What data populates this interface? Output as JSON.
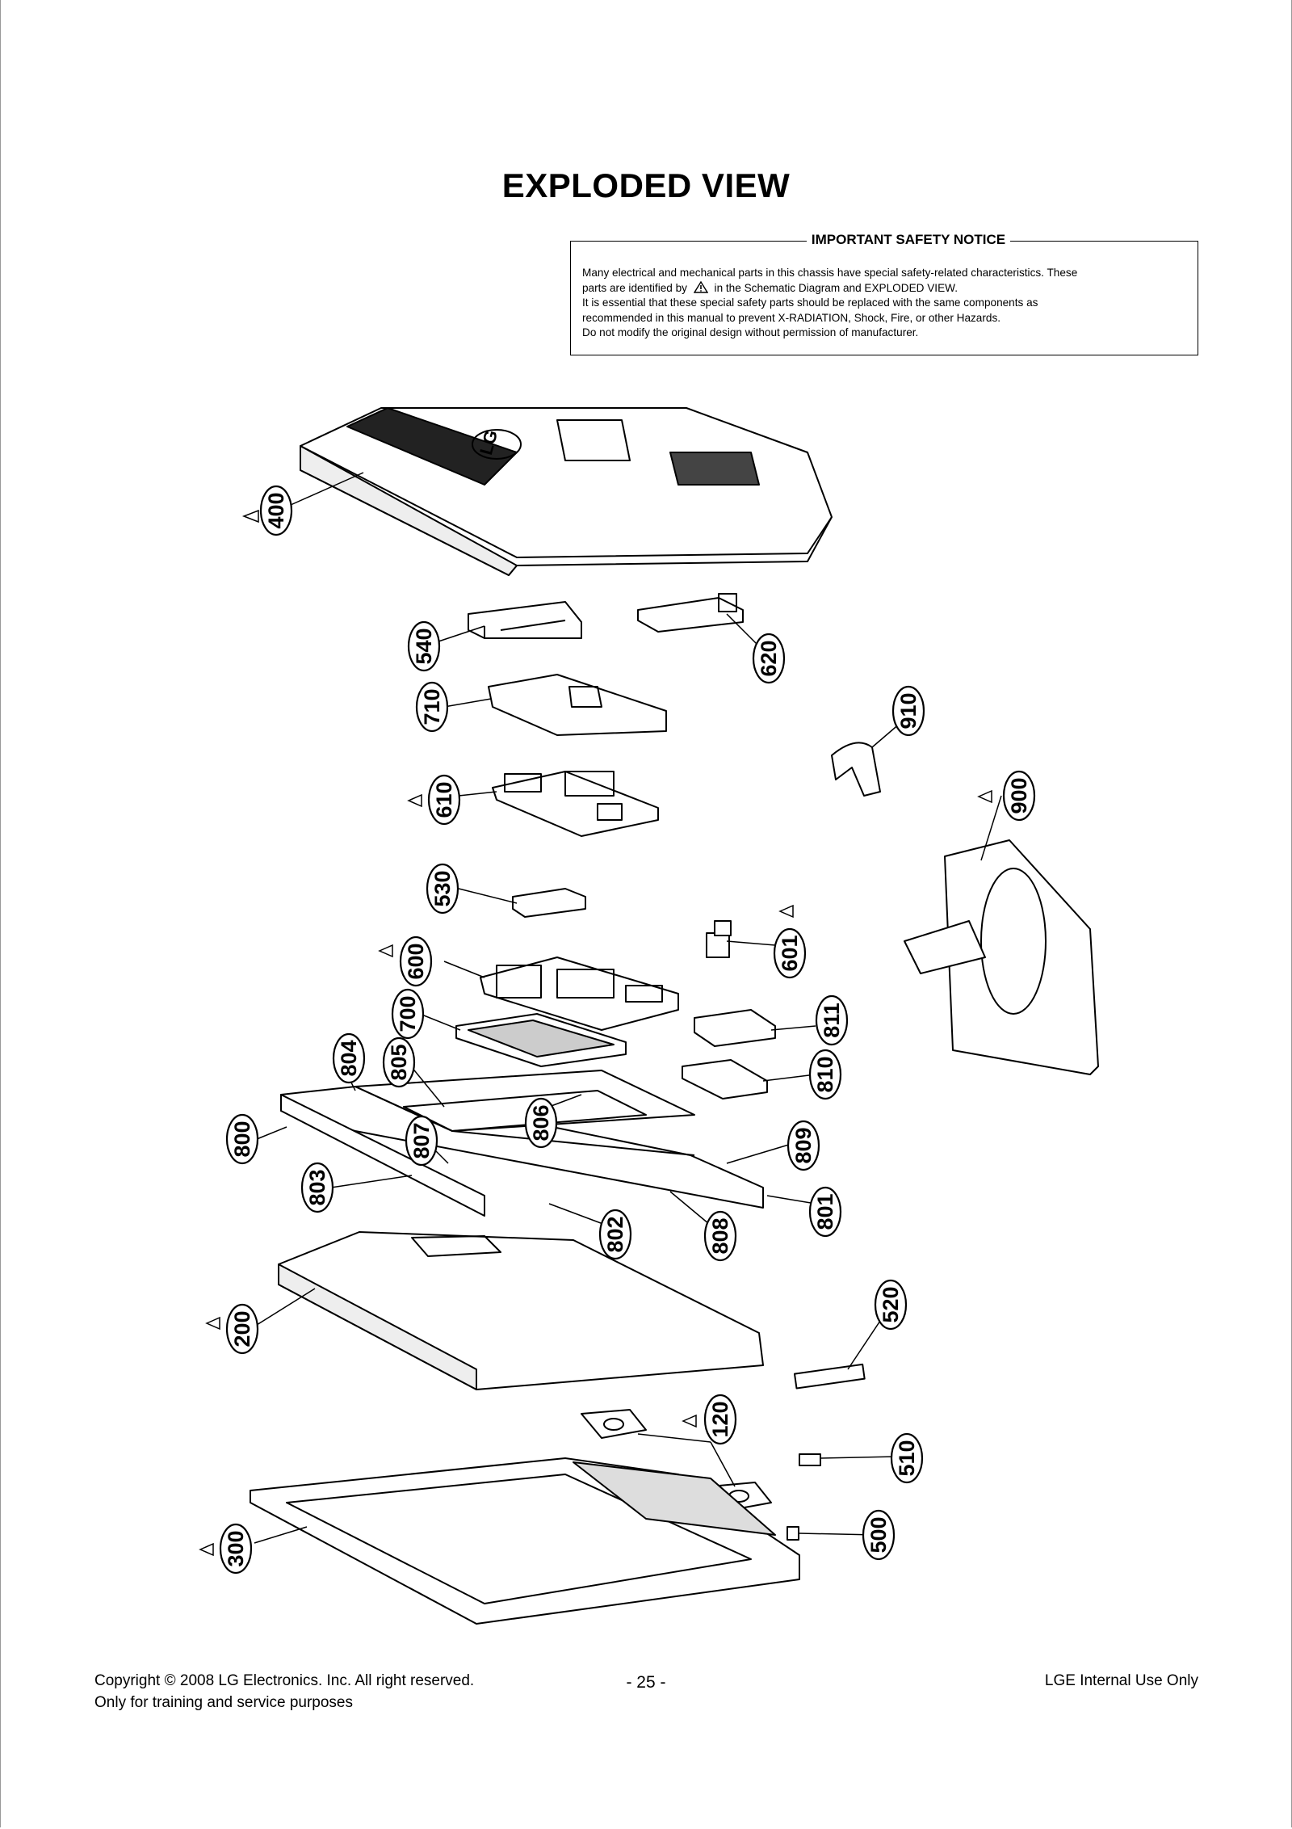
{
  "title": "EXPLODED VIEW",
  "safety_notice": {
    "heading": "IMPORTANT SAFETY NOTICE",
    "line1": "Many electrical and mechanical parts in this chassis have special safety-related characteristics. These",
    "line2a": "parts are identified by",
    "line2b": "in the Schematic Diagram and EXPLODED VIEW.",
    "line3": "It is essential that these special safety parts should be replaced with the same components as",
    "line4": "recommended in this manual to prevent X-RADIATION, Shock, Fire, or other Hazards.",
    "line5": "Do not modify the original design without permission of manufacturer.",
    "symbol_icon": "warning-triangle-icon"
  },
  "part_labels": [
    "400",
    "540",
    "620",
    "710",
    "910",
    "610",
    "900",
    "530",
    "600",
    "601",
    "700",
    "811",
    "804",
    "805",
    "810",
    "806",
    "800",
    "807",
    "809",
    "803",
    "802",
    "808",
    "801",
    "200",
    "520",
    "120",
    "510",
    "300",
    "500"
  ],
  "safety_marked_parts": [
    "400",
    "610",
    "900",
    "600",
    "601",
    "200",
    "120",
    "300"
  ],
  "footer": {
    "copyright": "Copyright © 2008 LG Electronics. Inc. All right reserved.",
    "purpose": "Only for training and service purposes",
    "page_number": "- 25 -",
    "internal": "LGE Internal Use Only"
  }
}
